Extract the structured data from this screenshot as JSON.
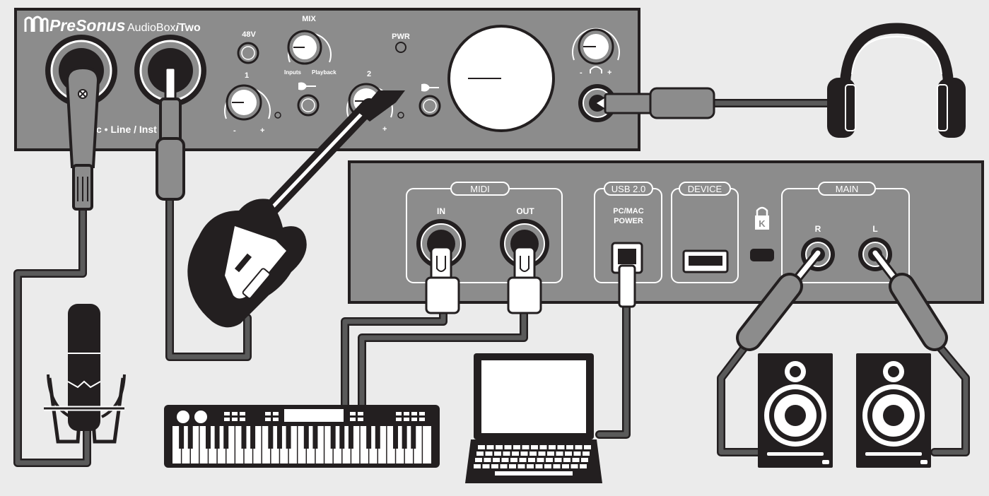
{
  "front_panel": {
    "brand": "PreSonus",
    "model_prefix": "AudioBox",
    "model_i": "i",
    "model_suffix": "Two",
    "phantom_label": "48V",
    "mix_label": "MIX",
    "mix_left": "Inputs",
    "mix_right": "Playback",
    "pwr_label": "PWR",
    "gain1_label": "1",
    "gain2_label": "2",
    "minus": "-",
    "plus": "+",
    "input_type_label": "c • Line / Inst"
  },
  "rear_panel": {
    "midi_label": "MIDI",
    "midi_in": "IN",
    "midi_out": "OUT",
    "usb_label": "USB 2.0",
    "usb_sub_1": "PC/MAC",
    "usb_sub_2": "POWER",
    "device_label": "DEVICE",
    "main_label": "MAIN",
    "main_r": "R",
    "main_l": "L"
  },
  "colors": {
    "background": "#ebebeb",
    "panel": "#8c8c8c",
    "dark": "#231f20",
    "cable": "#5a5a5a",
    "white": "#ffffff"
  }
}
